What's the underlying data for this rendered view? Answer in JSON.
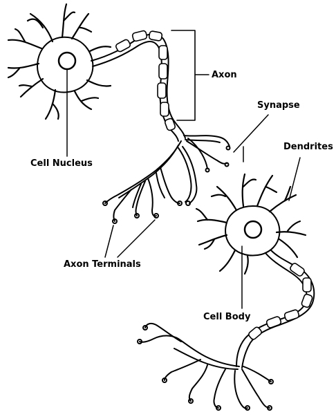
{
  "labels": {
    "axon": "Axon",
    "synapse": "Synapse",
    "dendrites": "Dendrites",
    "cell_nucleus": "Cell Nucleus",
    "axon_terminals": "Axon Terminals",
    "cell_body": "Cell Body"
  },
  "colors": {
    "ink": "#000000",
    "paper": "#ffffff"
  }
}
